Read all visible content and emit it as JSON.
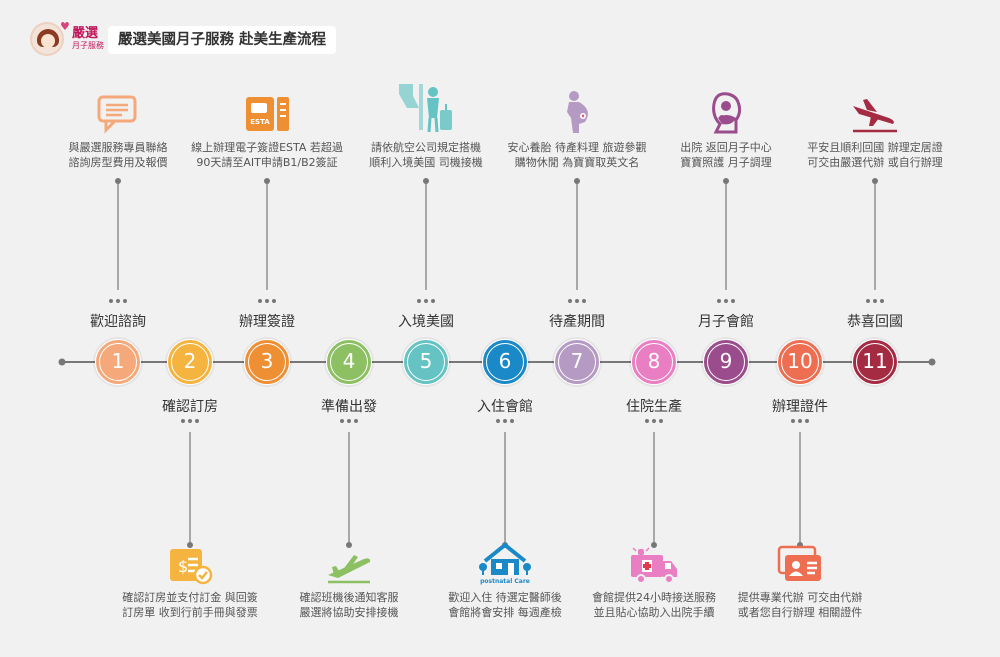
{
  "header": {
    "logo_text": "嚴選",
    "logo_subtext": "月子服務",
    "title": "嚴選美國月子服務  赴美生產流程"
  },
  "colors": {
    "c1": "#f5a97a",
    "c2": "#f4b43f",
    "c3": "#ef8f34",
    "c4": "#8cc063",
    "c5": "#65c3c3",
    "c6": "#1a89c8",
    "c7": "#b59ac4",
    "c8": "#e97fc2",
    "c9": "#9a4c8c",
    "c10": "#ee6e52",
    "c11": "#a52b43",
    "line": "#777777"
  },
  "steps": [
    {
      "num": "1",
      "label": "歡迎諮詢",
      "desc": [
        "與嚴選服務專員聯絡",
        "諮詢房型費用及報價"
      ],
      "icon": "chat-icon"
    },
    {
      "num": "2",
      "label": "確認訂房",
      "desc": [
        "確認訂房並支付訂金 與回簽",
        "訂房單 收到行前手冊與發票"
      ],
      "icon": "receipt-icon"
    },
    {
      "num": "3",
      "label": "辦理簽證",
      "desc": [
        "線上辦理電子簽證ESTA 若超過",
        "90天請至AIT申請B1/B2簽証"
      ],
      "icon": "passport-icon",
      "icon_text": "ESTA"
    },
    {
      "num": "4",
      "label": "準備出發",
      "desc": [
        "確認班機後通知客服",
        "嚴選將協助安排接機"
      ],
      "icon": "airplane-takeoff-icon"
    },
    {
      "num": "5",
      "label": "入境美國",
      "desc": [
        "請依航空公司規定搭機",
        "順利入境美國 司機接機"
      ],
      "icon": "traveler-icon"
    },
    {
      "num": "6",
      "label": "入住會館",
      "desc": [
        "歡迎入住 待選定醫師後",
        "會館將會安排 每週產檢"
      ],
      "icon": "house-icon",
      "icon_text": "postnatal Care"
    },
    {
      "num": "7",
      "label": "待產期間",
      "desc": [
        "安心養胎 待產料理 旅遊參觀",
        "購物休閒  為寶寶取英文名"
      ],
      "icon": "pregnant-icon"
    },
    {
      "num": "8",
      "label": "住院生產",
      "desc": [
        "會館提供24小時接送服務",
        "並且貼心協助入出院手續"
      ],
      "icon": "ambulance-icon"
    },
    {
      "num": "9",
      "label": "月子會館",
      "desc": [
        "出院 返回月子中心",
        "寶寶照護 月子調理"
      ],
      "icon": "mother-baby-icon"
    },
    {
      "num": "10",
      "label": "辦理證件",
      "desc": [
        "提供專業代辦 可交由代辦",
        "或者您自行辦理 相關證件"
      ],
      "icon": "id-card-icon"
    },
    {
      "num": "11",
      "label": "恭喜回國",
      "desc": [
        "平安且順利回國 辦理定居證",
        "可交由嚴選代辦 或自行辦理"
      ],
      "icon": "airplane-landing-icon"
    }
  ]
}
